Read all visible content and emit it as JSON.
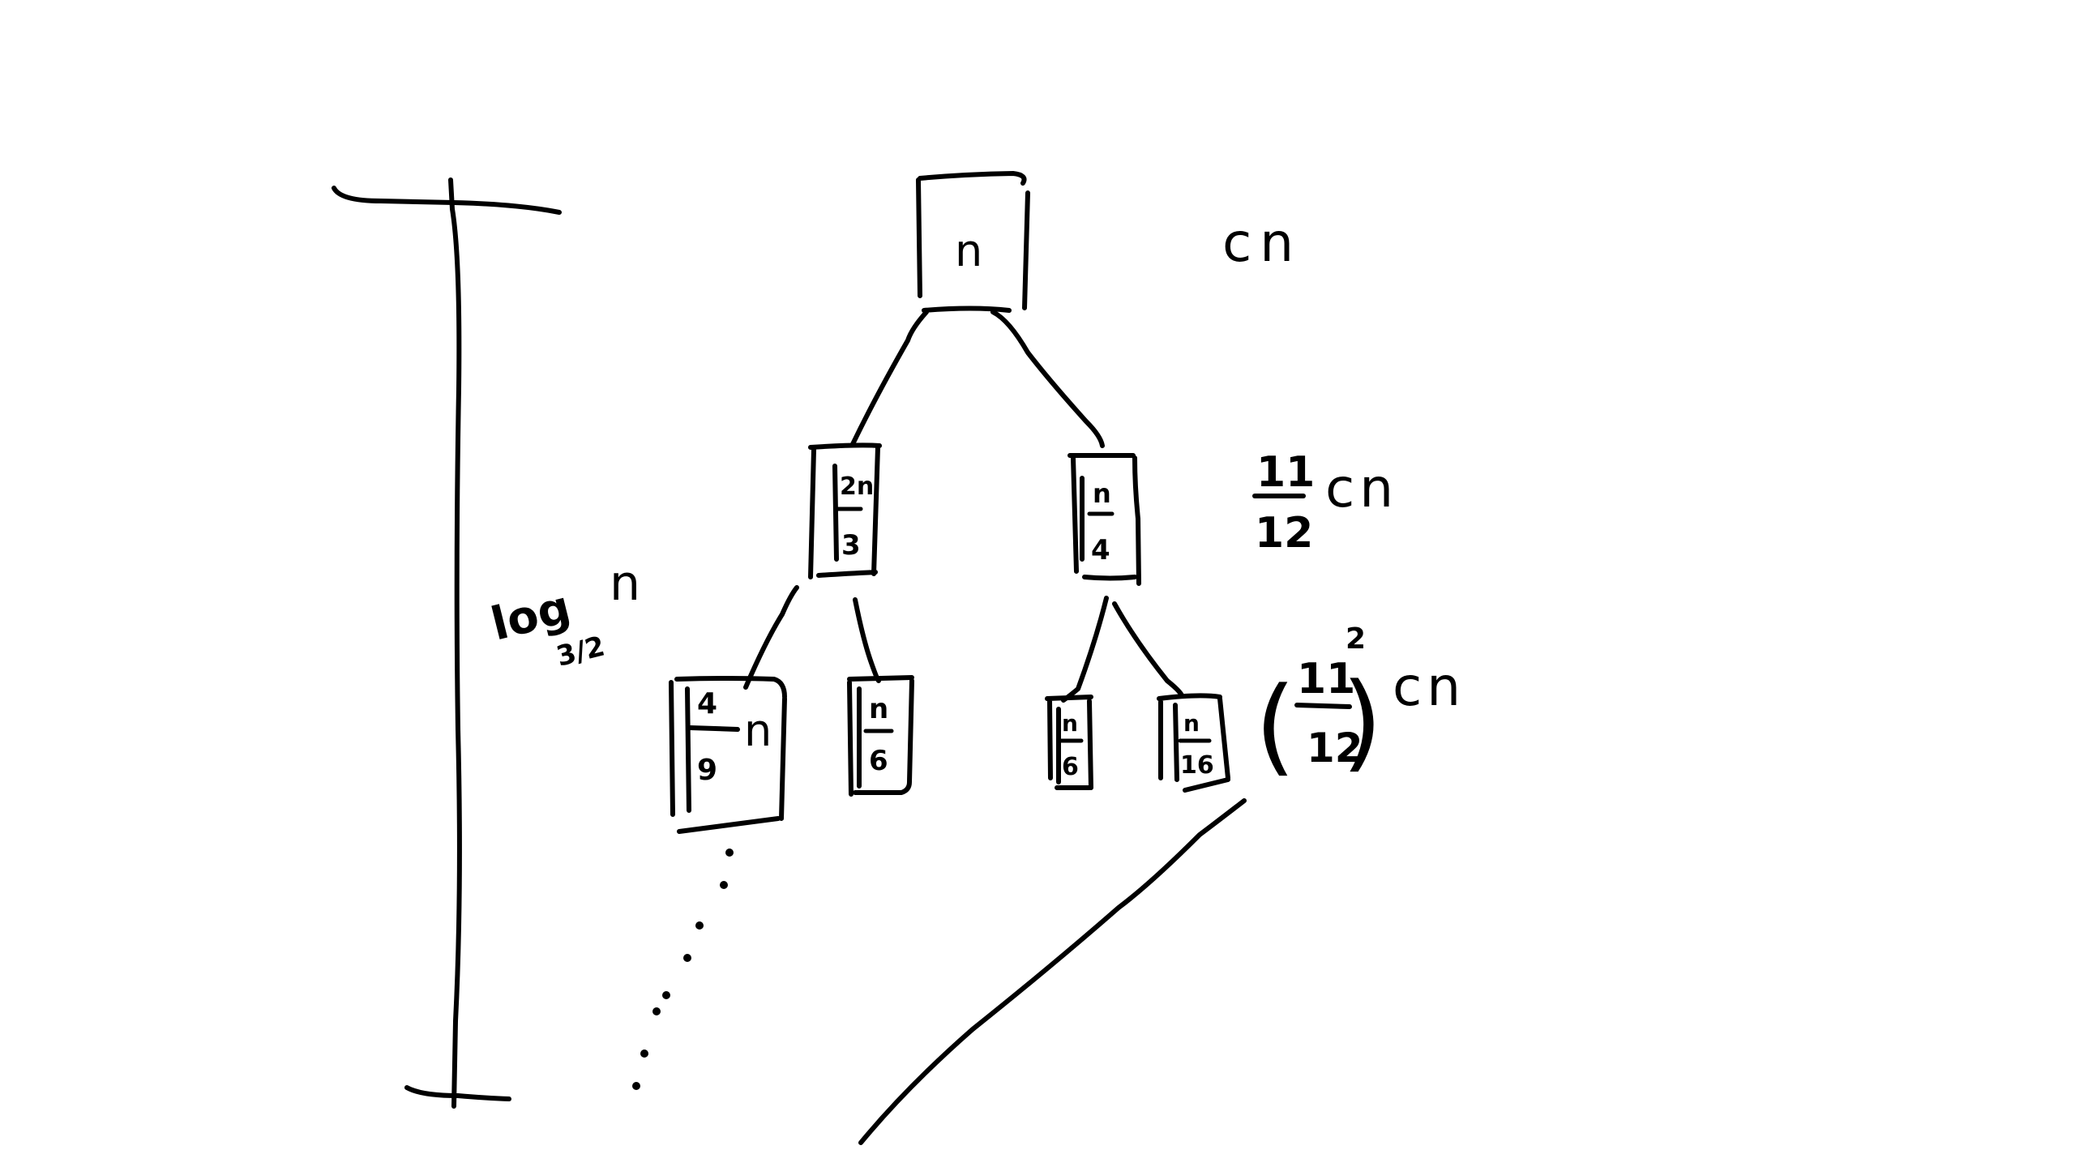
{
  "tree": {
    "root": {
      "label": "n"
    },
    "level1": [
      {
        "numerator": "2n",
        "denominator": "3"
      },
      {
        "numerator": "n",
        "denominator": "4"
      }
    ],
    "level2": [
      {
        "numerator": "4",
        "denominator": "9",
        "suffix": "n"
      },
      {
        "numerator": "n",
        "denominator": "6"
      },
      {
        "numerator": "n",
        "denominator": "6"
      },
      {
        "numerator": "n",
        "denominator": "16"
      }
    ]
  },
  "level_costs": [
    {
      "text": "cn"
    },
    {
      "numerator": "11",
      "denominator": "12",
      "suffix": "cn"
    },
    {
      "open": "(",
      "numerator": "11",
      "denominator": "12",
      "close": ")",
      "exponent": "2",
      "suffix": "cn"
    }
  ],
  "height": {
    "prefix": "log",
    "base": "3/2",
    "argument": "n"
  }
}
